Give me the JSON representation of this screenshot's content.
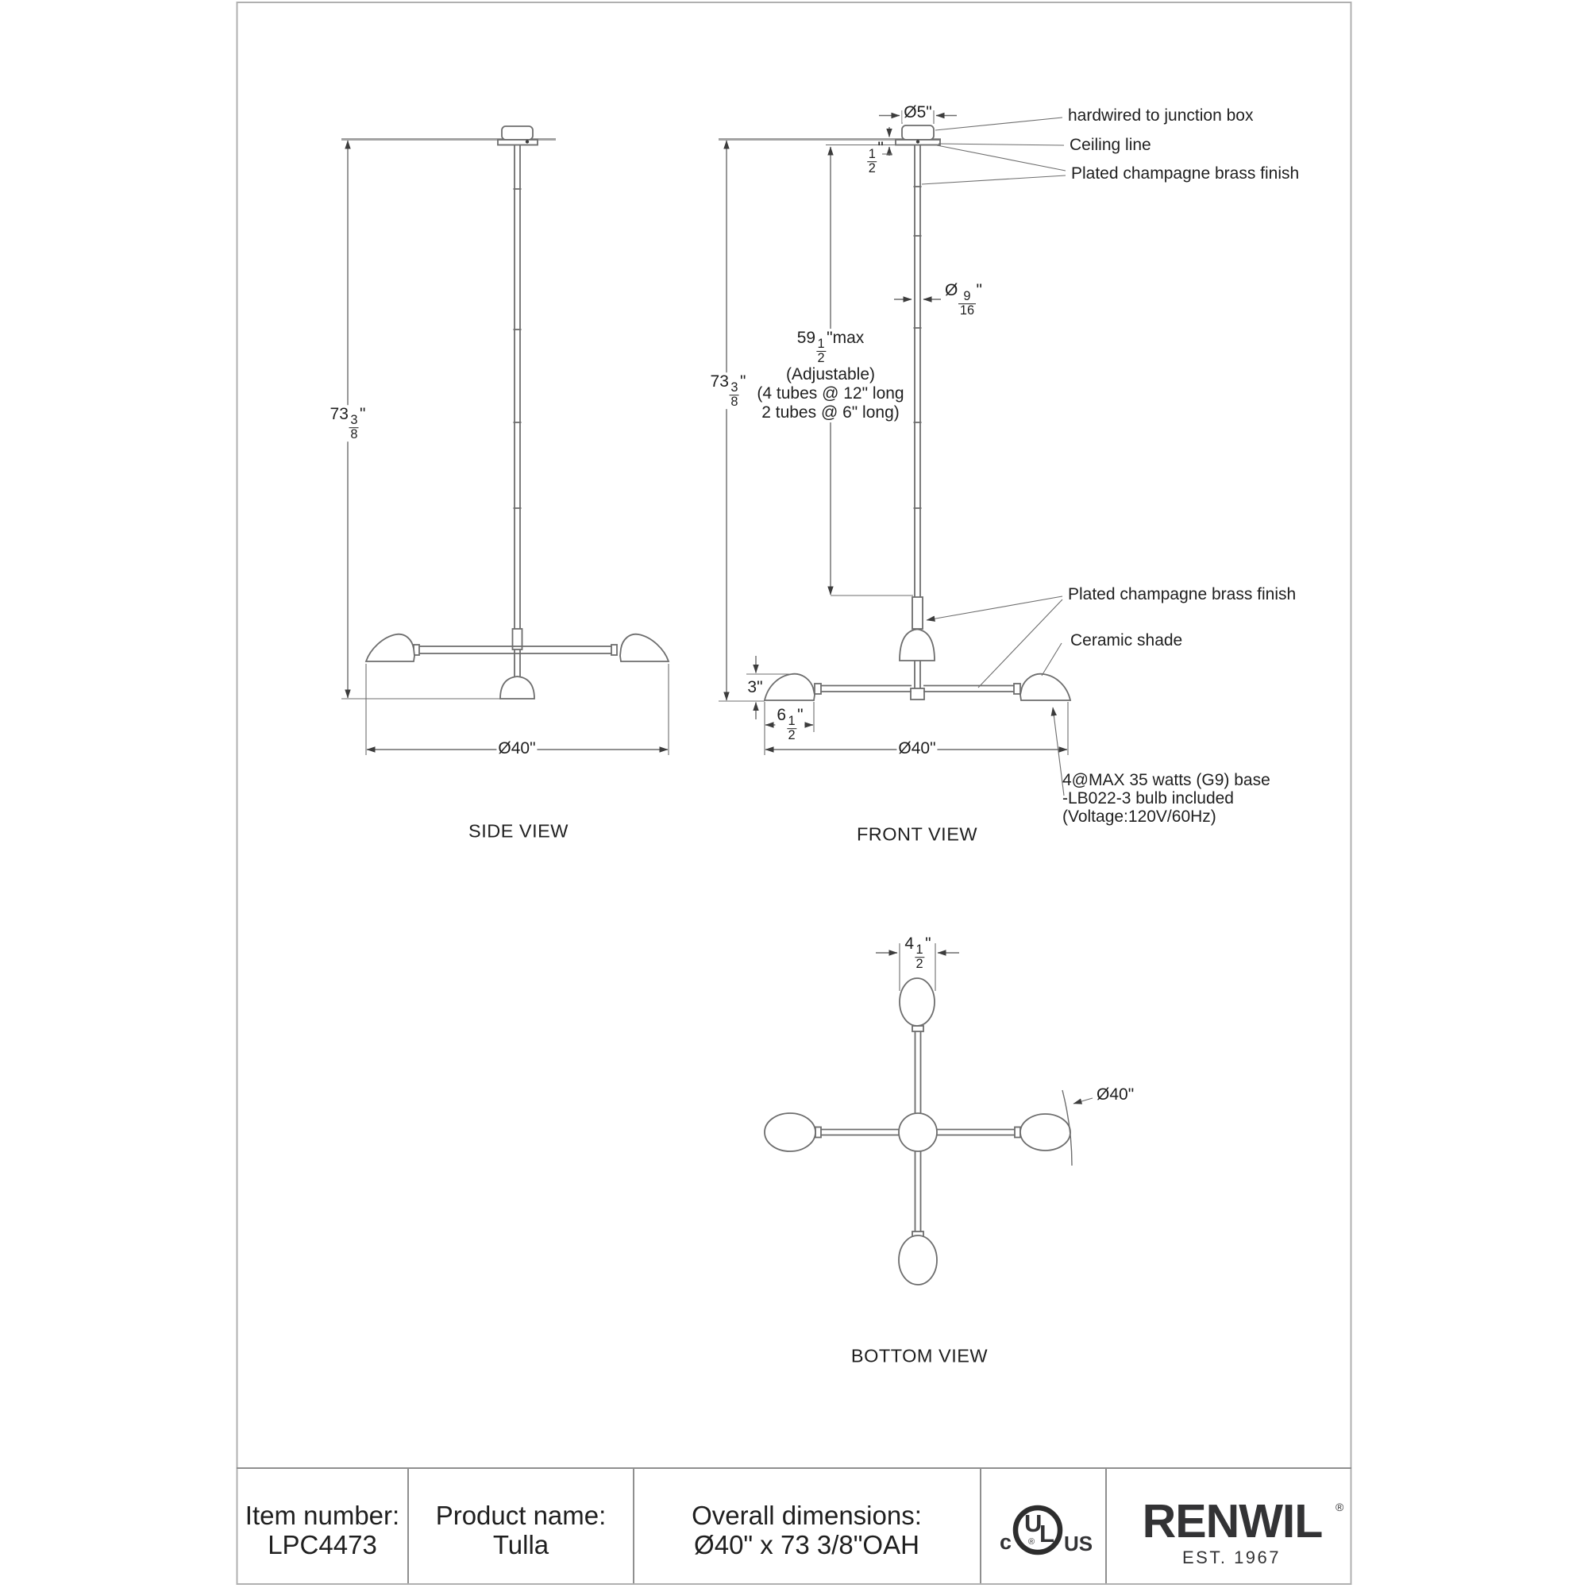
{
  "colors": {
    "line": "#6d6d6d",
    "gray_line": "#a2a2a2",
    "border": "#b0b0b0",
    "grid": "#8f8f8f",
    "text": "#1f1f1f",
    "logo": "#333335",
    "arrow": "#3c3c3c"
  },
  "views": {
    "side_label": "SIDE VIEW",
    "front_label": "FRONT VIEW",
    "bottom_label": "BOTTOM VIEW"
  },
  "dims": {
    "oah": {
      "whole": "73",
      "num": "3",
      "den": "8",
      "suffix": "\""
    },
    "canopy": "Ø5\"",
    "gap": {
      "num": "1",
      "den": "2",
      "suffix": "\""
    },
    "stem": {
      "prefix": "Ø",
      "num": "9",
      "den": "16",
      "suffix": "\""
    },
    "adj": {
      "whole": "59",
      "num": "1",
      "den": "2",
      "suffix": "\"max"
    },
    "adj_l2": "(Adjustable)",
    "adj_l3": "(4 tubes @ 12\" long",
    "adj_l4": "2 tubes @ 6\" long)",
    "shade_h": "3\"",
    "shade_w": {
      "whole": "6",
      "num": "1",
      "den": "2",
      "suffix": "\""
    },
    "dia": "Ø40\"",
    "spread": {
      "whole": "4",
      "num": "1",
      "den": "2",
      "suffix": "\""
    }
  },
  "annotations": {
    "hardwired": "hardwired to junction box",
    "ceiling_line": "Ceiling line",
    "brass_top": "Plated champagne brass finish",
    "brass_mid": "Plated champagne brass finish",
    "ceramic": "Ceramic shade",
    "bulb1": "4@MAX 35 watts (G9) base",
    "bulb2": "-LB022-3 bulb included",
    "bulb3": "(Voltage:120V/60Hz)"
  },
  "footer": {
    "item_label": "Item number:",
    "item_value": "LPC4473",
    "product_label": "Product name:",
    "product_value": "Tulla",
    "dims_label": "Overall dimensions:",
    "dims_value": "Ø40\" x 73 3/8\"OAH",
    "ul": {
      "c": "c",
      "u": "U",
      "l": "L",
      "reg": "®",
      "us": "US"
    },
    "brand": {
      "name": "RENWIL",
      "reg": "®",
      "est": "EST. 1967"
    }
  }
}
